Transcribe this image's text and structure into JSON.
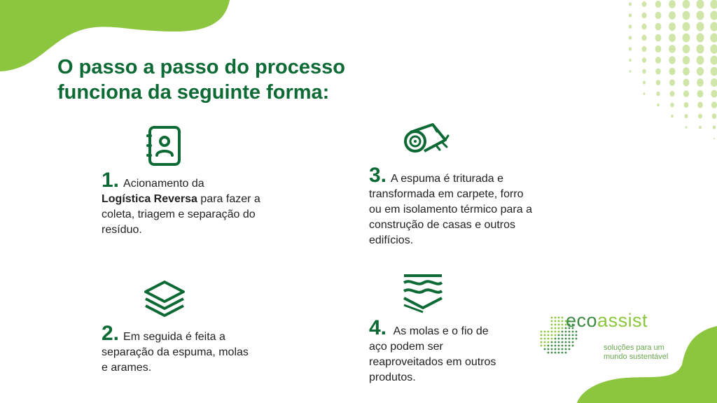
{
  "title": {
    "line1": "O passo a passo do processo",
    "line2": "funciona da seguinte forma:"
  },
  "steps": [
    {
      "num": "1.",
      "pre": "Acionamento da",
      "bold": "Logística Reversa",
      "post": "para fazer a coleta, triagem e separação do resíduo.",
      "icon": "contact-book-icon"
    },
    {
      "num": "2.",
      "text": "Em seguida é feita a separação da espuma, molas e arames.",
      "icon": "stacked-layers-icon"
    },
    {
      "num": "3.",
      "text": "A espuma é triturada e transformada em carpete, forro ou em isolamento térmico para a construção de casas e outros edifícios.",
      "icon": "carpet-roll-icon"
    },
    {
      "num": "4.",
      "text": "As molas e o fio de aço podem ser reaproveitados em outros produtos.",
      "icon": "wavy-layers-icon"
    }
  ],
  "logo": {
    "eco": "eco",
    "assist": "assist",
    "tagline1": "soluções para um",
    "tagline2": "mundo sustentável"
  },
  "colors": {
    "primary": "#0d6a34",
    "accent": "#8cc63f"
  }
}
